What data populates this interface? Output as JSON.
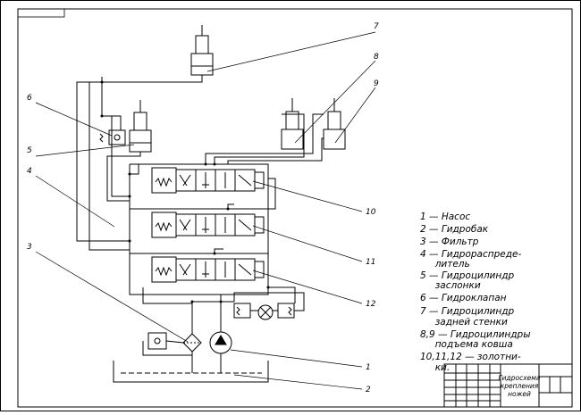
{
  "callouts": [
    "1",
    "2",
    "3",
    "4",
    "5",
    "6",
    "7",
    "8",
    "9",
    "10",
    "11",
    "12"
  ],
  "legend": [
    "1 — Насос",
    "2 — Гидробак",
    "3 — Фильтр",
    "4 — Гидрораспреде-",
    "     литель",
    "5 — Гидроцилиндр",
    "     заслонки",
    "6 — Гидроклапан",
    "7 — Гидроцилиндр",
    "     задней стенки",
    "8,9 — Гидроцилиндры",
    "     подъема ковша",
    "10,11,12 — золотни-",
    "     ки."
  ],
  "title_block": {
    "title_line1": "Гидросхема",
    "title_line2": "крепления",
    "title_line3": "ножей"
  }
}
